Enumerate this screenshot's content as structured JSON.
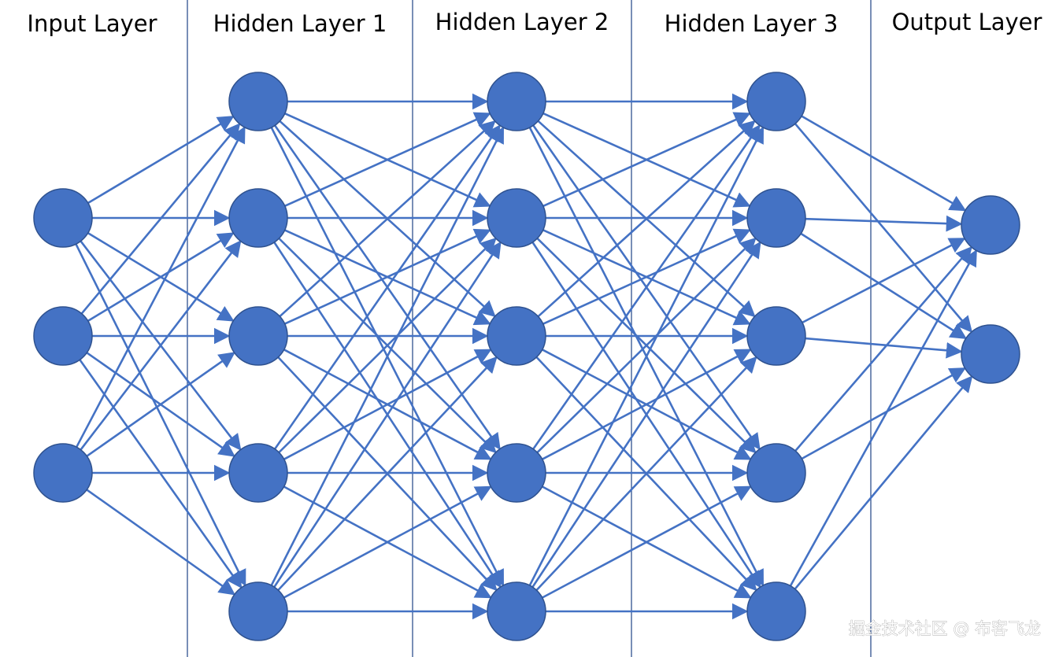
{
  "title_text": "",
  "layers": [
    {
      "label": "Input Layer",
      "neurons": 3
    },
    {
      "label": "Hidden Layer 1",
      "neurons": 5
    },
    {
      "label": "Hidden Layer 2",
      "neurons": 5
    },
    {
      "label": "Hidden Layer 3",
      "neurons": 5
    },
    {
      "label": "Output Layer",
      "neurons": 2
    }
  ],
  "connectivity": "fully-connected",
  "colors": {
    "neuron_fill": "#4472c4",
    "neuron_stroke": "#2f528f",
    "edge": "#4472c4",
    "divider": "#2f528f",
    "text": "#000000"
  },
  "watermark": "掘金技术社区 @ 布客飞龙"
}
